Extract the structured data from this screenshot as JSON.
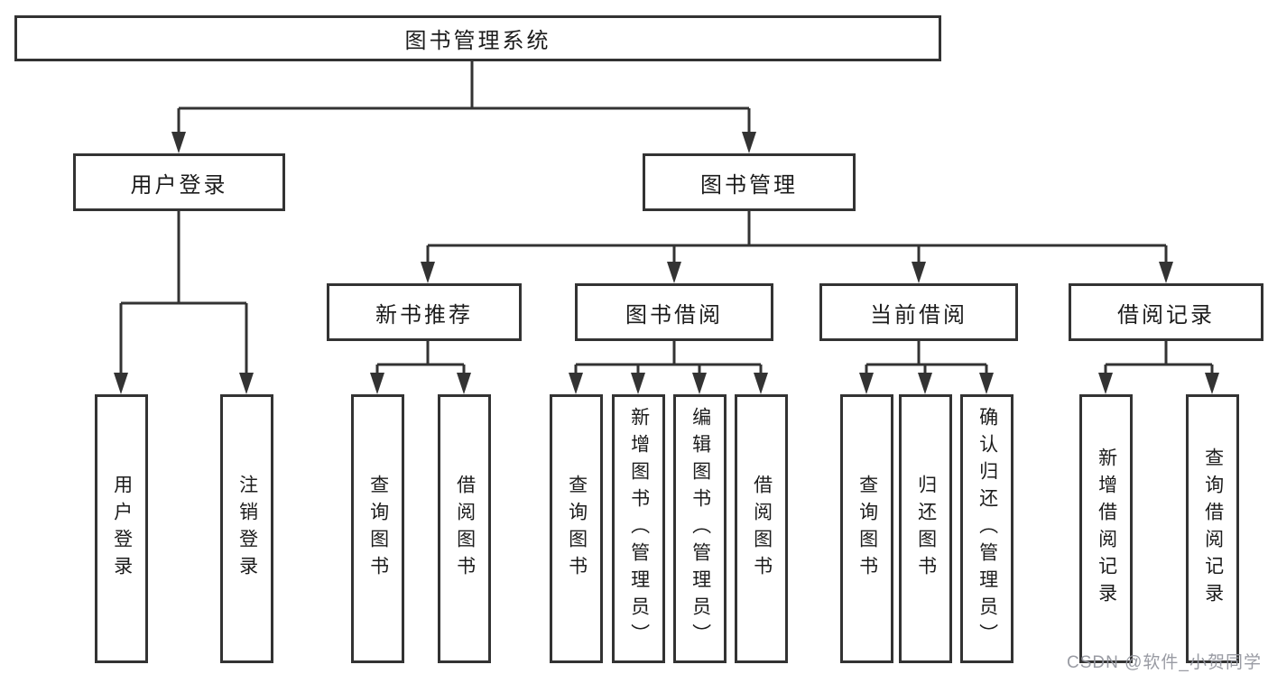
{
  "diagram": {
    "nodes": {
      "root": {
        "label": "图书管理系统"
      },
      "user_login": {
        "label": "用户登录"
      },
      "book_mgmt": {
        "label": "图书管理"
      },
      "new_book_rec": {
        "label": "新书推荐"
      },
      "book_borrow": {
        "label": "图书借阅"
      },
      "current_borrow": {
        "label": "当前借阅"
      },
      "borrow_record": {
        "label": "借阅记录"
      },
      "ul_login": {
        "label": "用户登录"
      },
      "ul_logout": {
        "label": "注销登录"
      },
      "nbr_query": {
        "label": "查询图书"
      },
      "nbr_borrow": {
        "label": "借阅图书"
      },
      "bb_query": {
        "label": "查询图书"
      },
      "bb_add": {
        "label": "新增图书（管理员）"
      },
      "bb_edit": {
        "label": "编辑图书（管理员）"
      },
      "bb_borrow": {
        "label": "借阅图书"
      },
      "cb_query": {
        "label": "查询图书"
      },
      "cb_return": {
        "label": "归还图书"
      },
      "cb_confirm": {
        "label": "确认归还（管理员）"
      },
      "br_add": {
        "label": "新增借阅记录"
      },
      "br_query": {
        "label": "查询借阅记录"
      }
    },
    "line_color": "#333333",
    "box_background": "#ffffff"
  },
  "watermark": {
    "text": "CSDN @软件_小贺同学"
  }
}
